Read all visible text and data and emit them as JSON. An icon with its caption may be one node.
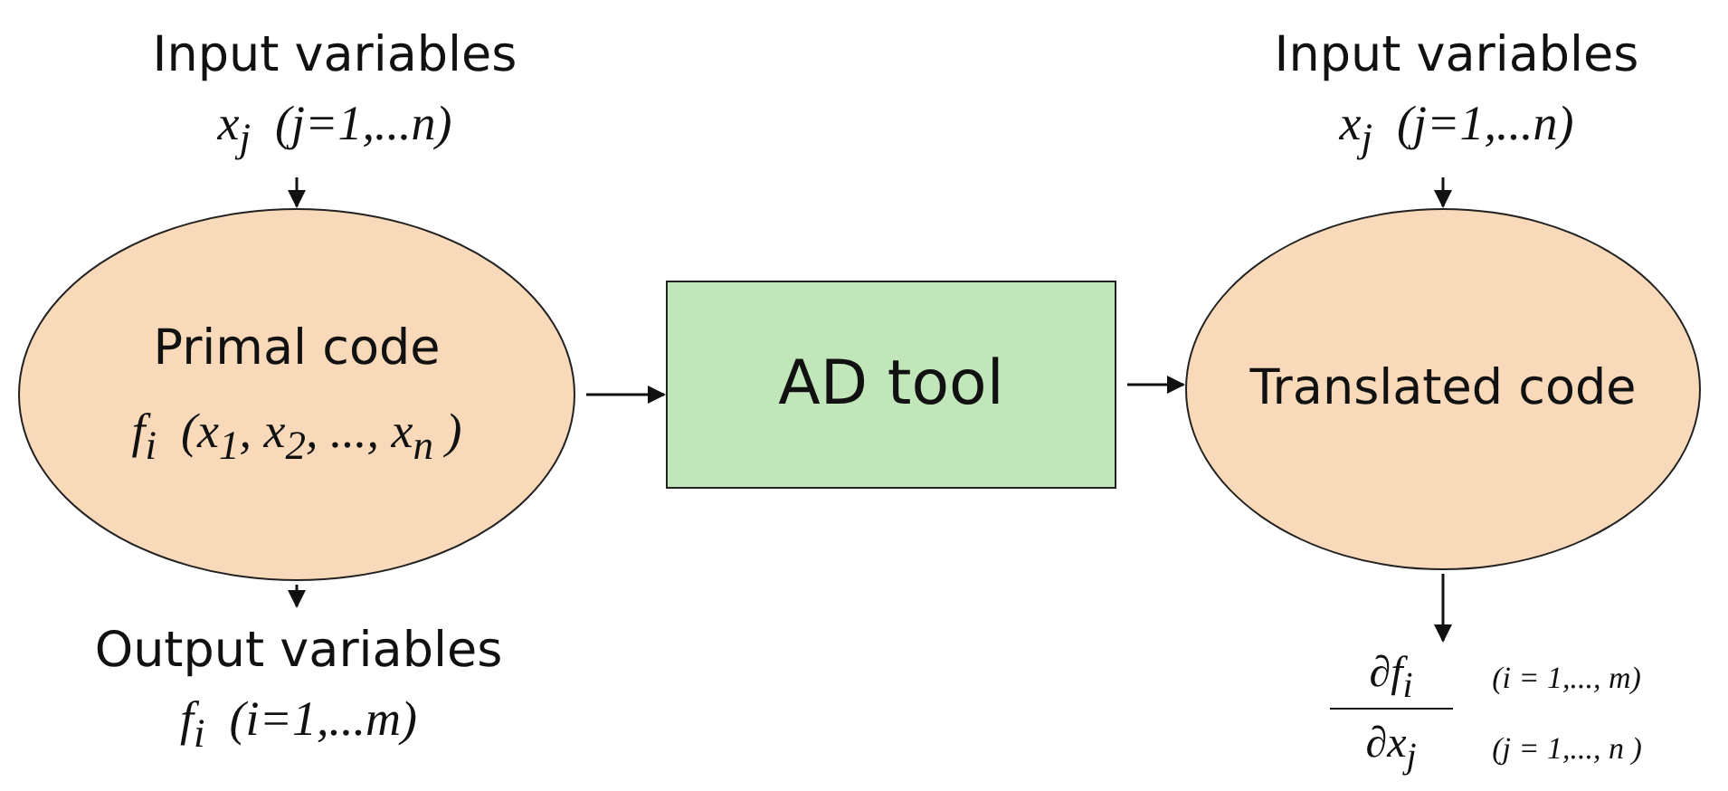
{
  "diagram": {
    "nodes": [
      {
        "text": [
          "Input variables",
          "x$_{j}$  (j=1,...n)"
        ]
      },
      {
        "text": [
          "Primal code",
          "f$_{i}$  (x$_{1}$, x$_{2}$, ..., x$_{n}$ )"
        ]
      },
      {
        "text": [
          "Output variables",
          "f$_{i}$  (i=1,...m)"
        ]
      },
      {
        "text": [
          "AD tool"
        ]
      },
      {
        "text": [
          "Input variables",
          "x$_{j}$  (j=1,...n)"
        ]
      },
      {
        "text": [
          "Translated code"
        ]
      },
      {
        "text": [
          "∂f$_{i}$",
          "∂x$_{j}$",
          "(i = 1,..., m)",
          "(j = 1,..., n )"
        ]
      }
    ],
    "edges": [
      {
        "from": 0,
        "to": 1,
        "arrow": "to"
      },
      {
        "from": 1,
        "to": 2,
        "arrow": "to"
      },
      {
        "from": 1,
        "to": 3,
        "arrow": "to"
      },
      {
        "from": 3,
        "to": 5,
        "arrow": "to"
      },
      {
        "from": 4,
        "to": 5,
        "arrow": "to"
      },
      {
        "from": 5,
        "to": 6,
        "arrow": "to"
      }
    ]
  }
}
